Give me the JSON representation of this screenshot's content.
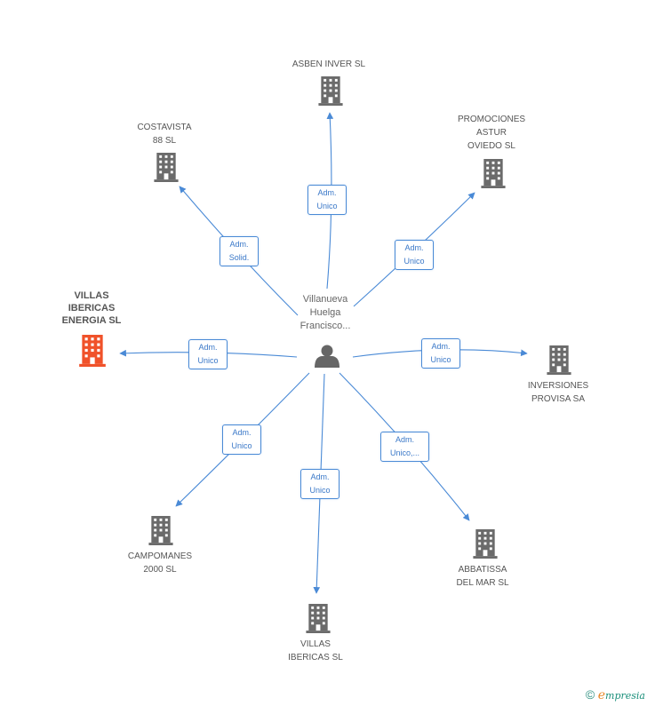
{
  "center": {
    "label": "Villanueva\nHuelga\nFrancisco..."
  },
  "companies": [
    {
      "label": "ASBEN INVER SL",
      "role": "Adm.\nUnico",
      "highlight": false
    },
    {
      "label": "PROMOCIONES\nASTUR\nOVIEDO SL",
      "role": "Adm.\nUnico",
      "highlight": false
    },
    {
      "label": "INVERSIONES\nPROVISA SA",
      "role": "Adm.\nUnico",
      "highlight": false
    },
    {
      "label": "ABBATISSA\nDEL MAR SL",
      "role": "Adm.\nUnico,...",
      "highlight": false
    },
    {
      "label": "VILLAS\nIBERICAS SL",
      "role": "Adm.\nUnico",
      "highlight": false
    },
    {
      "label": "CAMPOMANES\n2000  SL",
      "role": "Adm.\nUnico",
      "highlight": false
    },
    {
      "label": "VILLAS\nIBERICAS\nENERGIA SL",
      "role": "Adm.\nUnico",
      "highlight": true
    },
    {
      "label": "COSTAVISTA\n88 SL",
      "role": "Adm.\nSolid.",
      "highlight": false
    }
  ],
  "colors": {
    "edge": "#4a8ad6",
    "building": "#6b6b6b",
    "highlight": "#f0522a",
    "person": "#666666"
  },
  "footer": {
    "copyright": "©",
    "brand_initial": "e",
    "brand_rest": "mpresia"
  }
}
